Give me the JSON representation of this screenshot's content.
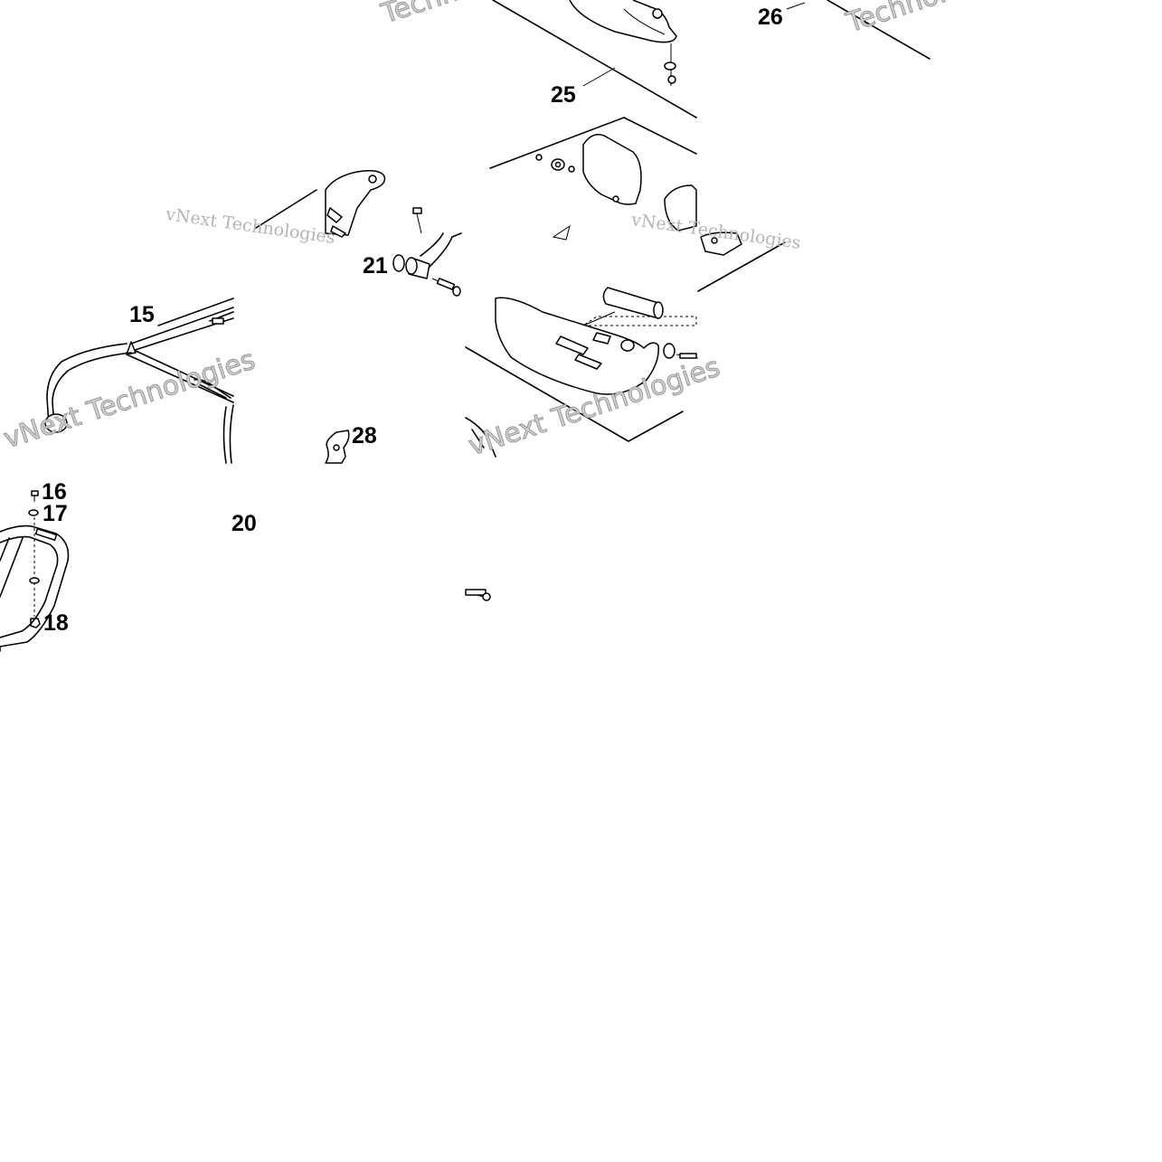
{
  "callouts": {
    "c15": "15",
    "c16": "16",
    "c17": "17",
    "c18": "18",
    "c20": "20",
    "c21": "21",
    "c25": "25",
    "c26": "26",
    "c28": "28"
  },
  "watermarks": {
    "w1": "vNext Technologies",
    "w2": "vNext Technologies",
    "w3": "Technologies",
    "w4": "Technologies",
    "w5": "vNext Technologies",
    "w6": "vNext Technologies"
  },
  "colors": {
    "line": "#000000",
    "background": "#ffffff",
    "watermark": "#b5b5b5"
  }
}
